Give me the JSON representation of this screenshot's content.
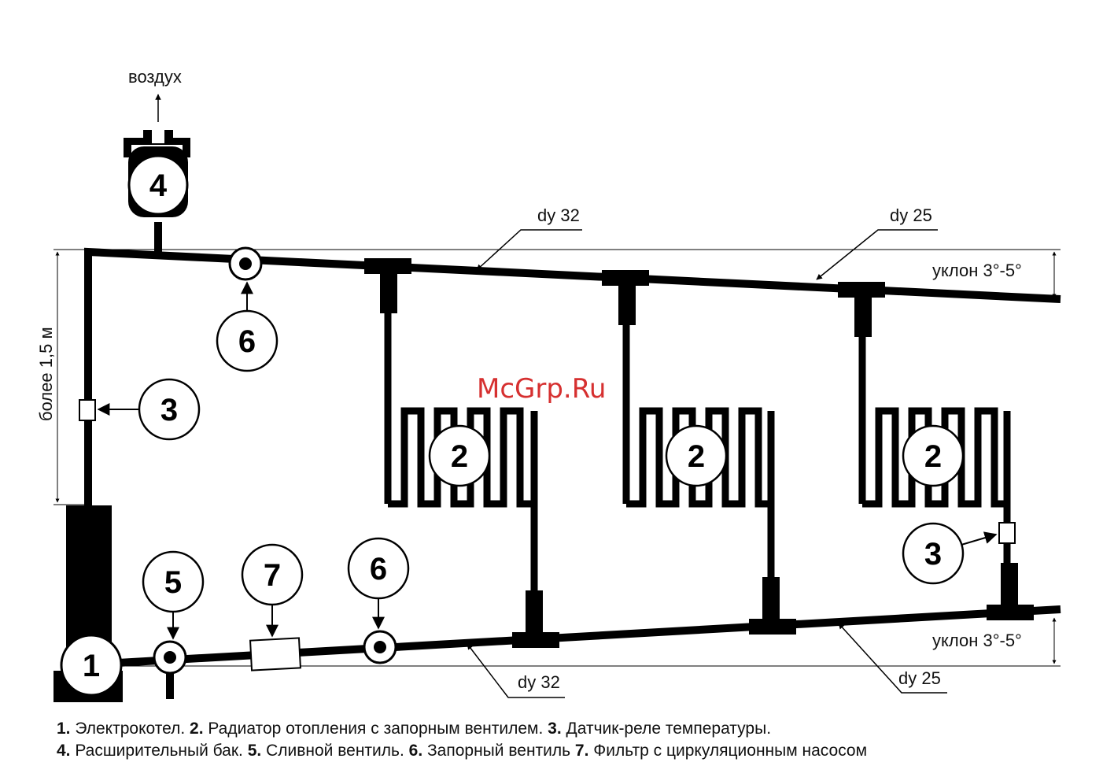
{
  "labels": {
    "air": "воздух",
    "height": "более 1,5 м",
    "slope_top": "уклон 3°-5°",
    "slope_bottom": "уклон 3°-5°",
    "dy32_top": "dy 32",
    "dy25_top": "dy 25",
    "dy32_bottom": "dy 32",
    "dy25_bottom": "dy 25",
    "watermark": "McGrp.Ru"
  },
  "callouts": {
    "boiler": "1",
    "radiator": "2",
    "sensor": "3",
    "tank": "4",
    "drain_valve": "5",
    "shutoff_valve": "6",
    "filter_pump": "7"
  },
  "legend": [
    [
      {
        "n": "1.",
        "t": " Электрокотел. "
      },
      {
        "n": "2.",
        "t": " Радиатор отопления с запорным вентилем. "
      },
      {
        "n": "3.",
        "t": " Датчик-реле температуры."
      }
    ],
    [
      {
        "n": "4.",
        "t": " Расширительный бак.  "
      },
      {
        "n": "5.",
        "t": " Сливной вентиль.  "
      },
      {
        "n": "6.",
        "t": " Запорный вентиль  "
      },
      {
        "n": "7.",
        "t": " Фильтр с циркуляционным насосом"
      }
    ]
  ],
  "colors": {
    "line": "#000000",
    "watermark": "#d63030"
  }
}
